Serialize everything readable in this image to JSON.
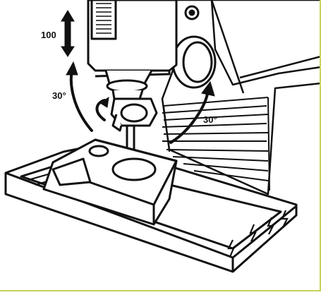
{
  "figure": {
    "labels": {
      "travel": "100",
      "tilt_left": "30°",
      "tilt_right": "30°"
    },
    "colors": {
      "ink": "#111111",
      "paper": "#ffffff",
      "frame": "#c8d25a"
    }
  }
}
